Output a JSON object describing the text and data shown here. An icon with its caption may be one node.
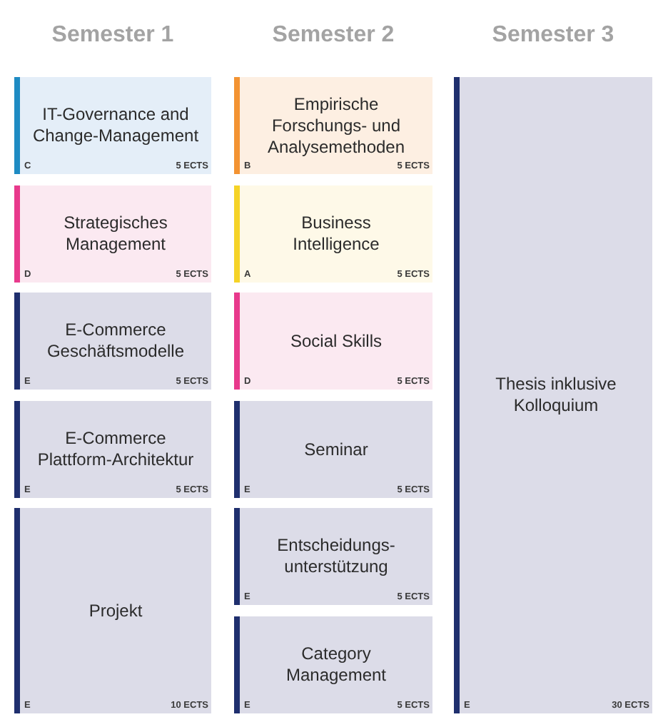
{
  "diagram": {
    "nodes": [
      {
        "text": [
          "IT-Governance and Change-Management",
          "C",
          "5 ECTS"
        ]
      },
      {
        "text": [
          "Strategisches Management",
          "D",
          "5 ECTS"
        ]
      },
      {
        "text": [
          "E-Commerce Geschäftsmodelle",
          "E",
          "5 ECTS"
        ]
      },
      {
        "text": [
          "E-Commerce Plattform-Architektur",
          "E",
          "5 ECTS"
        ]
      },
      {
        "text": [
          "Projekt",
          "E",
          "10 ECTS"
        ]
      },
      {
        "text": [
          "Empirische Forschungs- und Analysemethoden",
          "B",
          "5 ECTS"
        ]
      },
      {
        "text": [
          "Business Intelligence",
          "A",
          "5 ECTS"
        ]
      },
      {
        "text": [
          "Social Skills",
          "D",
          "5 ECTS"
        ]
      },
      {
        "text": [
          "Seminar",
          "E",
          "5 ECTS"
        ]
      },
      {
        "text": [
          "Entscheidungs- unterstützung",
          "E",
          "5 ECTS"
        ]
      },
      {
        "text": [
          "Category Management",
          "E",
          "5 ECTS"
        ]
      },
      {
        "text": [
          "Thesis inklusive Kolloquium",
          "E",
          "30 ECTS"
        ]
      }
    ],
    "edges": [],
    "labels": [
      "Semester 1",
      "Semester 2",
      "Semester 3"
    ]
  }
}
